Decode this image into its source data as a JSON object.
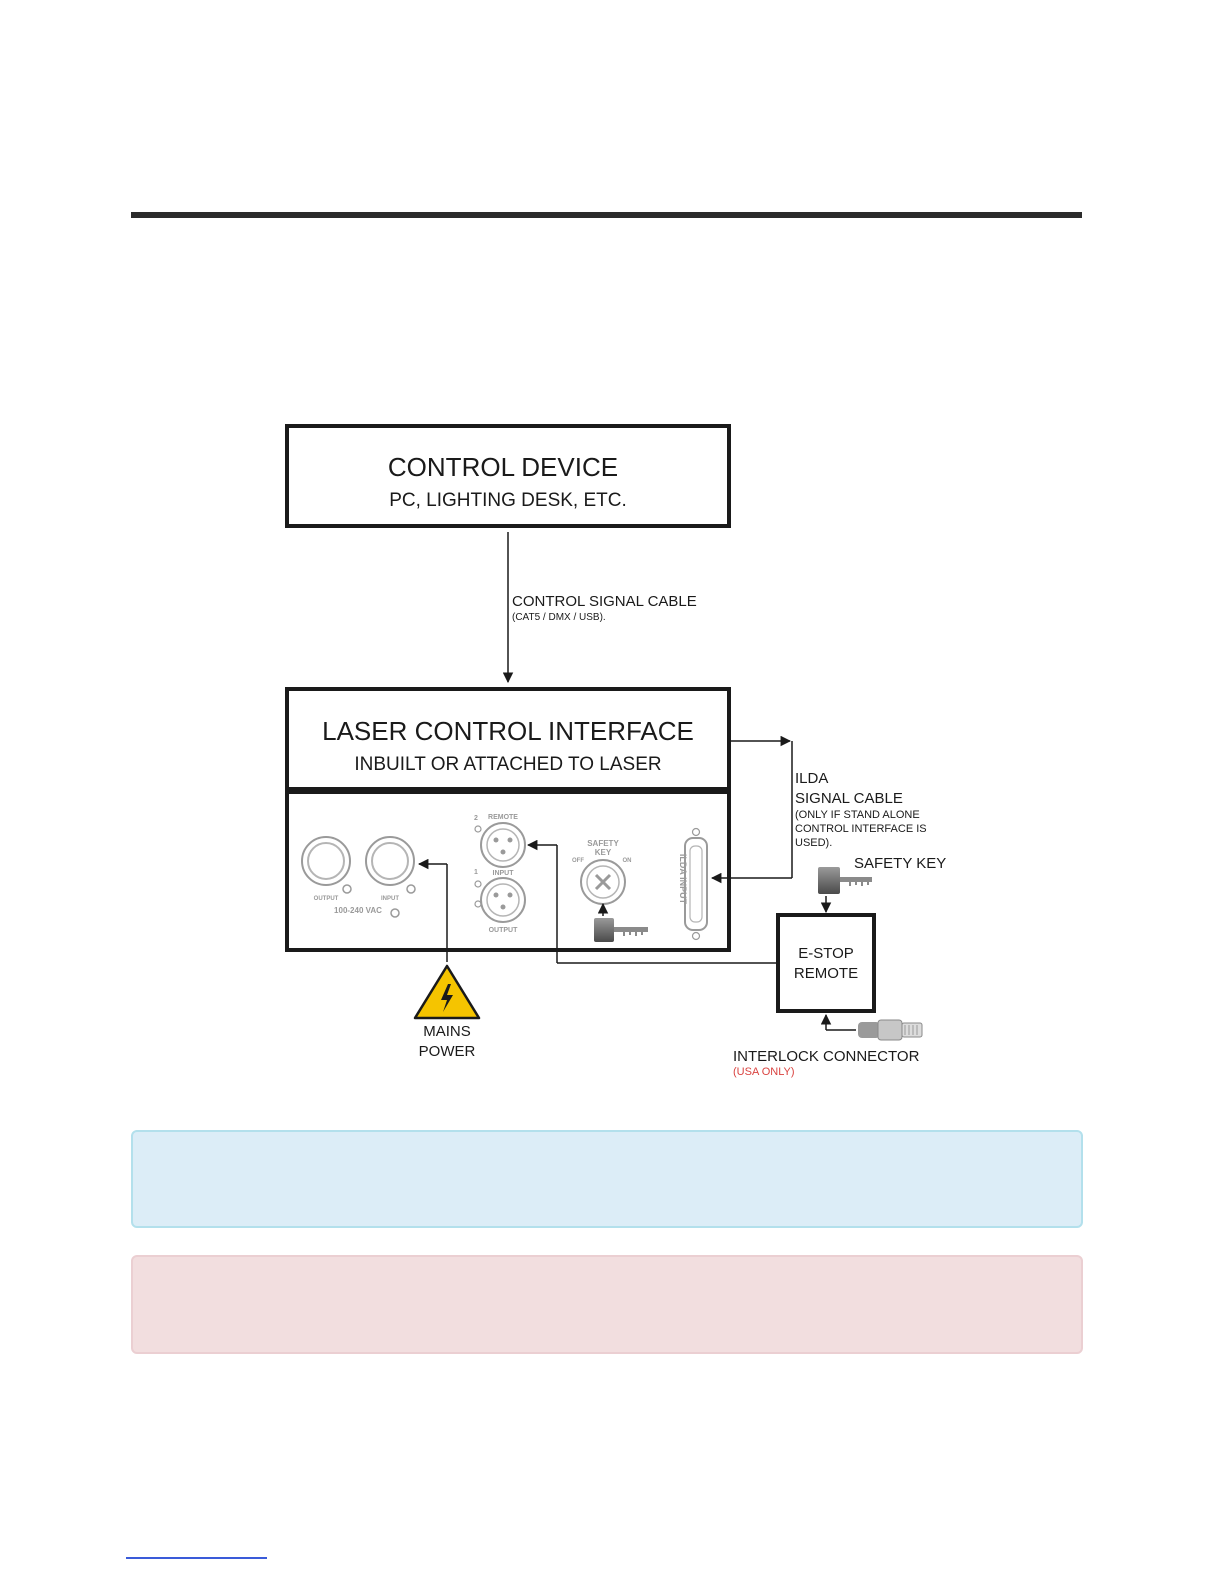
{
  "diagram": {
    "control_device": {
      "title": "CONTROL DEVICE",
      "subtitle": "PC, LIGHTING DESK, ETC."
    },
    "control_signal_cable": {
      "label": "CONTROL SIGNAL CABLE",
      "detail": "(CAT5 / DMX / USB)."
    },
    "laser_interface": {
      "title": "LASER CONTROL INTERFACE",
      "subtitle": "INBUILT OR ATTACHED TO LASER"
    },
    "panel": {
      "output": "OUTPUT",
      "input": "INPUT",
      "voltage": "100-240 VAC",
      "remote": "REMOTE",
      "dmx_input": "INPUT",
      "dmx_output": "OUTPUT",
      "pin2": "2",
      "pin1": "1",
      "safety_key_line1": "SAFETY",
      "safety_key_line2": "KEY",
      "off": "OFF",
      "on": "ON",
      "ilda_input": "ILDA INPUT"
    },
    "ilda_cable": {
      "line1": "ILDA",
      "line2": "SIGNAL CABLE",
      "note1": "(ONLY IF STAND ALONE",
      "note2": "CONTROL INTERFACE IS",
      "note3": "USED)."
    },
    "safety_key": "SAFETY KEY",
    "estop": {
      "line1": "E-STOP",
      "line2": "REMOTE"
    },
    "mains": {
      "line1": "MAINS",
      "line2": "POWER"
    },
    "interlock": {
      "label": "INTERLOCK CONNECTOR",
      "note": "(USA ONLY)"
    },
    "colors": {
      "note_red": "#d9423f",
      "warning_yellow": "#f5c400"
    }
  }
}
